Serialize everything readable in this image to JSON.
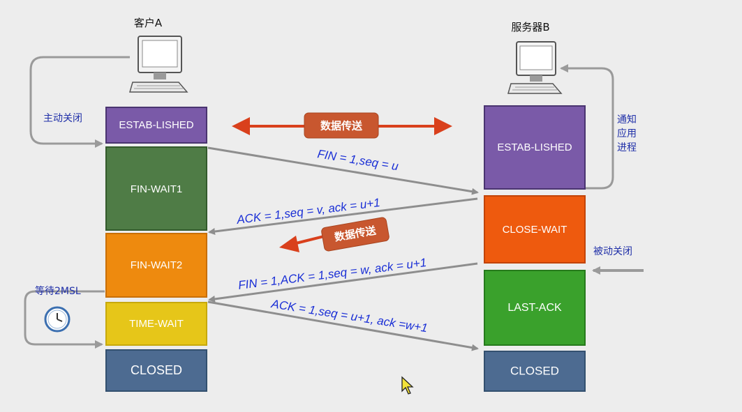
{
  "hosts": {
    "client": "客户A",
    "server": "服务器B"
  },
  "client_states": [
    "ESTAB-LISHED",
    "FIN-WAIT1",
    "FIN-WAIT2",
    "TIME-WAIT",
    "CLOSED"
  ],
  "server_states": [
    "ESTAB-LISHED",
    "CLOSE-WAIT",
    "LAST-ACK",
    "CLOSED"
  ],
  "notes": {
    "active_close": "主动关闭",
    "notify_app": [
      "通知",
      "应用",
      "进程"
    ],
    "passive_close": "被动关闭",
    "wait_2msl": "等待2MSL"
  },
  "data_transfer": {
    "top": "数据传送",
    "middle": "数据传送"
  },
  "messages": {
    "fin1": "FIN = 1,seq = u",
    "ack1": "ACK = 1,seq = v, ack = u+1",
    "fin2": "FIN = 1,ACK = 1,seq = w, ack = u+1",
    "ack2": "ACK = 1,seq = u+1, ack =w+1"
  },
  "colors": {
    "established": "#7a5aa8",
    "fin_wait1": "#4f7c46",
    "fin_wait2": "#ee8a0e",
    "time_wait": "#e6c619",
    "closed": "#4d6b91",
    "close_wait": "#ee5a0e",
    "last_ack": "#3aa12c",
    "data_arrow": "#d9401c",
    "message_line": "#8e8e8e",
    "note_text": "#1f2fa8",
    "message_text": "#1a2fd6"
  },
  "icons": [
    "computer-icon",
    "clock-icon",
    "mouse-cursor-icon"
  ]
}
